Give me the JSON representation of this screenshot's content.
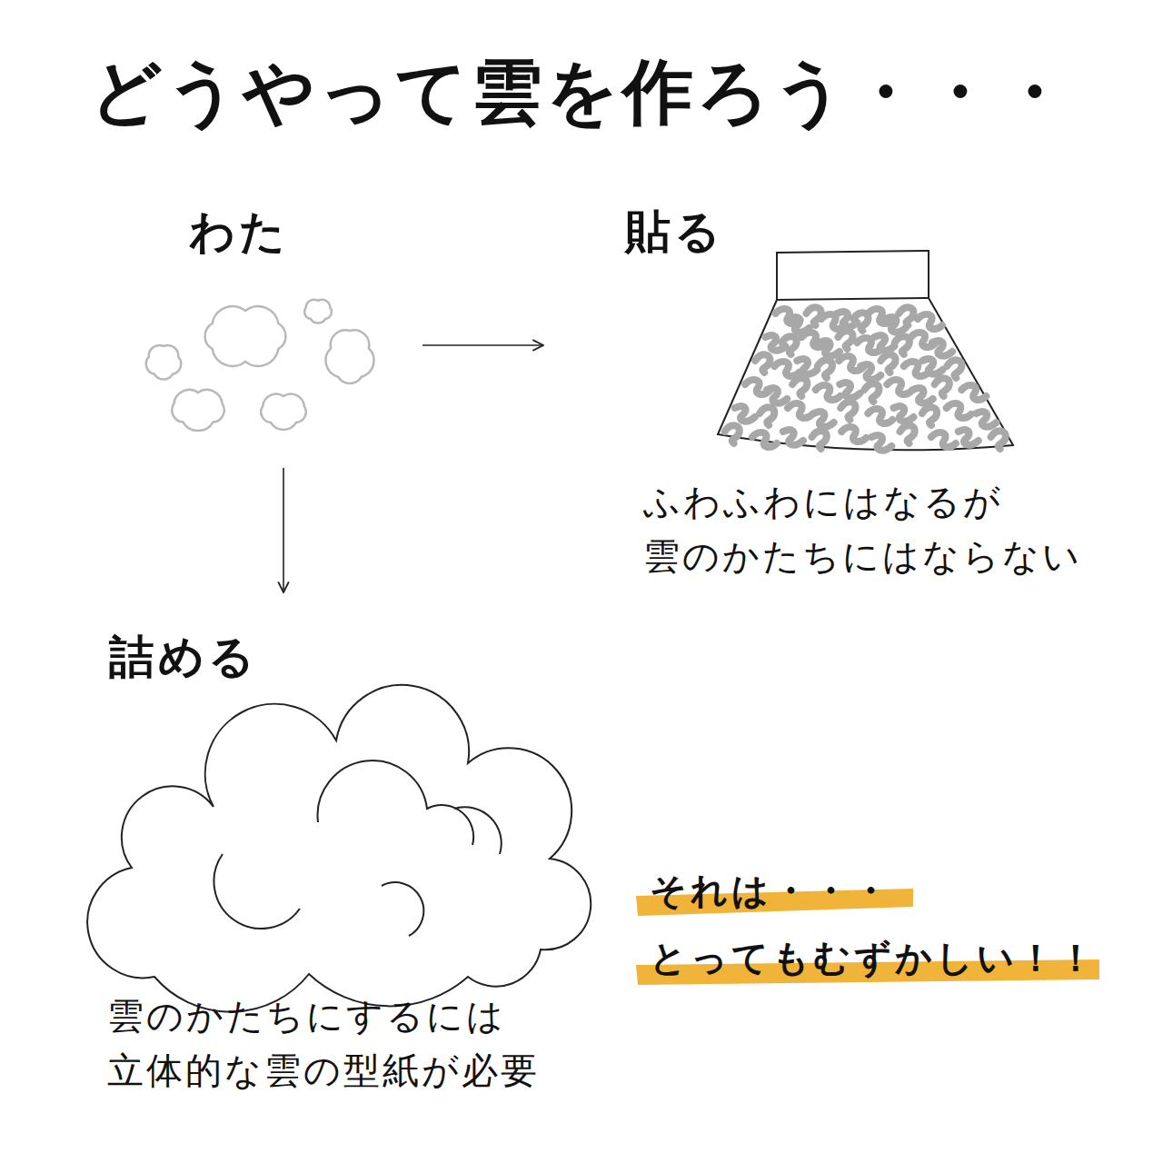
{
  "diagram": {
    "title": "どうやって雲を作ろう・・・",
    "nodes": [
      {
        "text": [
          "わた"
        ]
      },
      {
        "text": [
          "貼る",
          "ふわふわにはなるが 雲のかたちにはならない"
        ]
      },
      {
        "text": [
          "詰める",
          "雲のかたちにするには 立体的な雲の型紙が必要"
        ]
      }
    ],
    "edges": [
      {
        "from": 0,
        "to": 1,
        "arrow": "to"
      },
      {
        "from": 0,
        "to": 2,
        "arrow": "to"
      }
    ],
    "labels": [
      "それは・・・",
      "とってもむずかしい！！"
    ]
  }
}
